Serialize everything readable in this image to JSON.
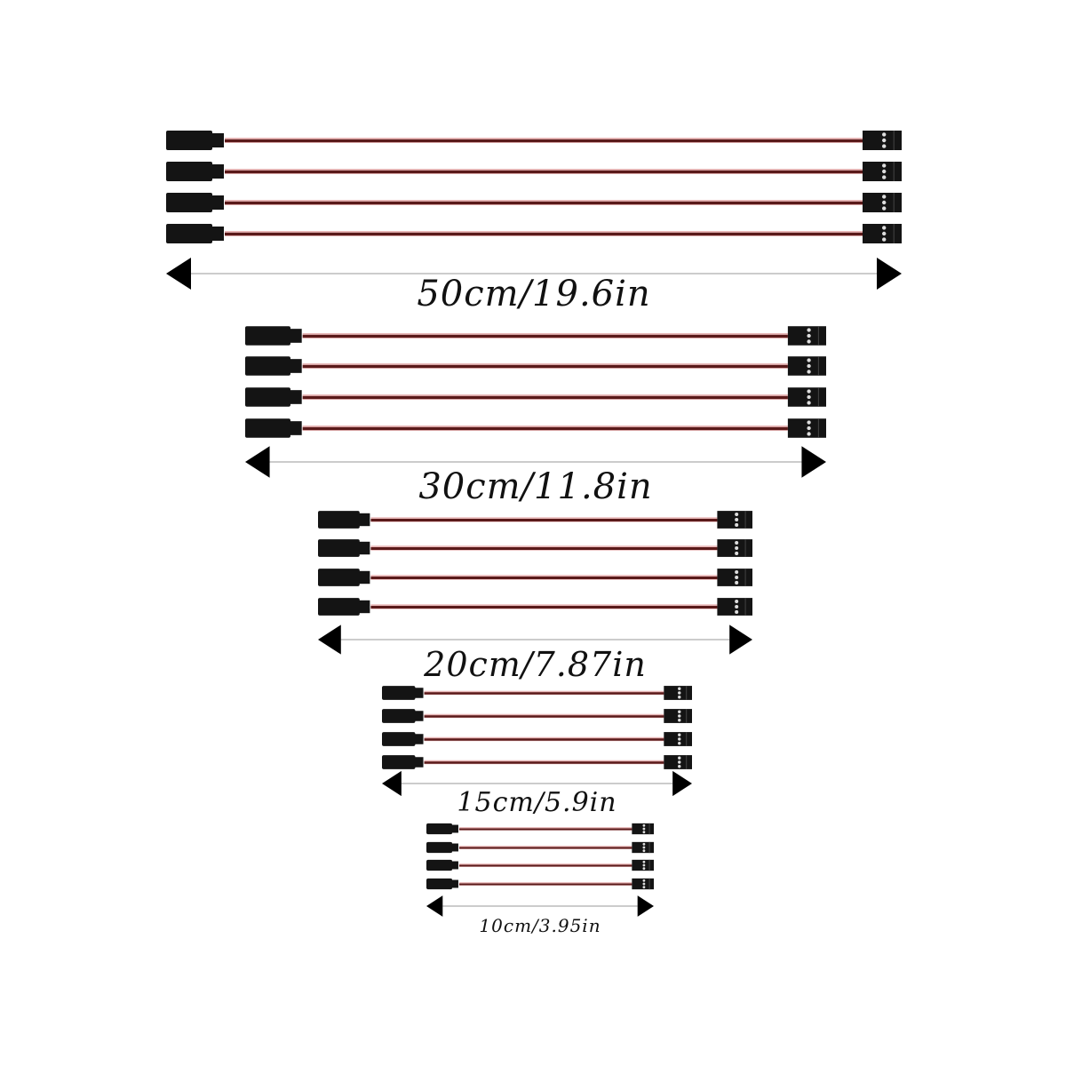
{
  "product": {
    "groups": [
      {
        "length_label": "50cm/19.6in",
        "cable_count": 4
      },
      {
        "length_label": "30cm/11.8in",
        "cable_count": 4
      },
      {
        "length_label": "20cm/7.87in",
        "cable_count": 4
      },
      {
        "length_label": "15cm/5.9in",
        "cable_count": 4
      },
      {
        "length_label": "10cm/3.95in",
        "cable_count": 4
      }
    ],
    "colors": {
      "wire": "#5a1a1a",
      "wire_highlight": "#e8b8b8",
      "connector": "#141414",
      "arrow": "#000000",
      "dimension_line": "#bbbbbb"
    }
  }
}
